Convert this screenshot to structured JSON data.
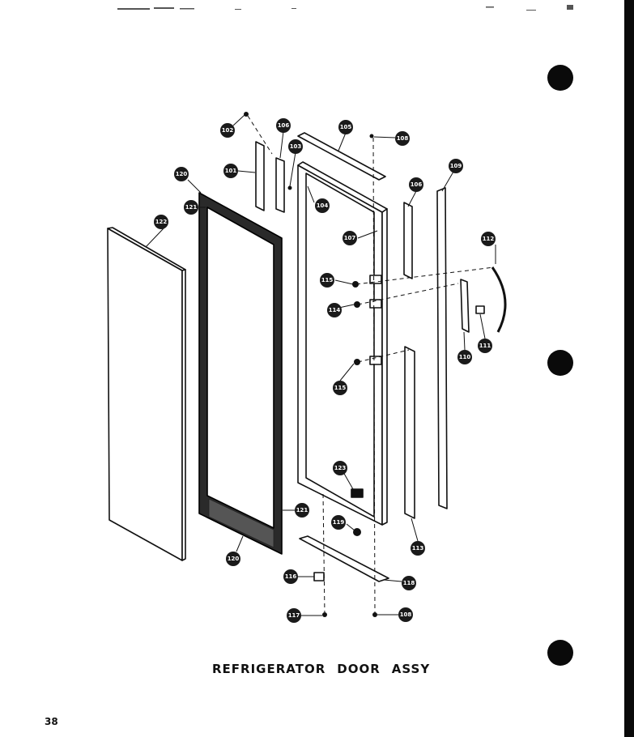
{
  "caption": {
    "word1": "REFRIGERATOR",
    "word2": "DOOR",
    "word3": "ASSY"
  },
  "page_number": "38",
  "callouts": [
    {
      "id": "c102",
      "label": "102"
    },
    {
      "id": "c106a",
      "label": "106"
    },
    {
      "id": "c105",
      "label": "105"
    },
    {
      "id": "c108a",
      "label": "108"
    },
    {
      "id": "c101",
      "label": "101"
    },
    {
      "id": "c103",
      "label": "103"
    },
    {
      "id": "c104",
      "label": "104"
    },
    {
      "id": "c106b",
      "label": "106"
    },
    {
      "id": "c109",
      "label": "109"
    },
    {
      "id": "c120a",
      "label": "120"
    },
    {
      "id": "c121a",
      "label": "121"
    },
    {
      "id": "c122",
      "label": "122"
    },
    {
      "id": "c107",
      "label": "107"
    },
    {
      "id": "c112",
      "label": "112"
    },
    {
      "id": "c115a",
      "label": "115"
    },
    {
      "id": "c114",
      "label": "114"
    },
    {
      "id": "c110",
      "label": "110"
    },
    {
      "id": "c111",
      "label": "111"
    },
    {
      "id": "c115b",
      "label": "115"
    },
    {
      "id": "c123",
      "label": "123"
    },
    {
      "id": "c121b",
      "label": "121"
    },
    {
      "id": "c119",
      "label": "119"
    },
    {
      "id": "c113",
      "label": "113"
    },
    {
      "id": "c120b",
      "label": "120"
    },
    {
      "id": "c116",
      "label": "116"
    },
    {
      "id": "c118",
      "label": "118"
    },
    {
      "id": "c117",
      "label": "117"
    },
    {
      "id": "c108b",
      "label": "108"
    }
  ]
}
